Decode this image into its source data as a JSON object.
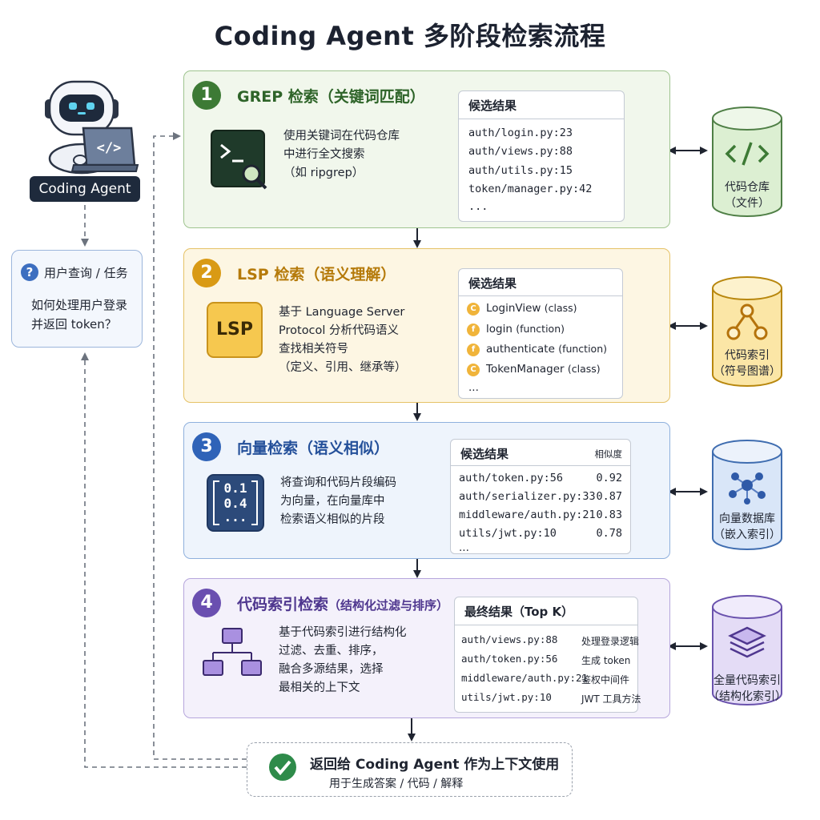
{
  "title": "Coding Agent 多阶段检索流程",
  "agent": {
    "label": "Coding Agent",
    "icon": "robot-laptop-icon"
  },
  "query": {
    "title": "用户查询 / 任务",
    "lines": [
      "如何处理用户登录",
      "并返回 token？"
    ],
    "icon": "question-icon"
  },
  "stages": [
    {
      "num": "1",
      "title": "GREP 检索（关键词匹配）",
      "subtitle": "",
      "desc": [
        "使用关键词在代码仓库",
        "中进行全文搜索",
        "（如 ripgrep）"
      ],
      "icon": "terminal-search-icon",
      "accent": "#3d7a35",
      "results_title": "候选结果",
      "results": [
        "auth/login.py:23",
        "auth/views.py:88",
        "auth/utils.py:15",
        "token/manager.py:42",
        "..."
      ],
      "db": {
        "lines": [
          "代码仓库",
          "（文件）"
        ],
        "icon": "code-icon"
      }
    },
    {
      "num": "2",
      "title": "LSP 检索（语义理解）",
      "subtitle": "",
      "icon_text": "LSP",
      "desc": [
        "基于 Language Server",
        "Protocol 分析代码语义",
        "查找相关符号",
        "（定义、引用、继承等）"
      ],
      "accent": "#d99a15",
      "results_title": "候选结果",
      "results": [
        {
          "badge": "C",
          "name": "LoginView",
          "kind": "(class)"
        },
        {
          "badge": "f",
          "name": "login",
          "kind": "(function)"
        },
        {
          "badge": "f",
          "name": "authenticate",
          "kind": "(function)"
        },
        {
          "badge": "C",
          "name": "TokenManager",
          "kind": "(class)"
        }
      ],
      "results_more": "...",
      "db": {
        "lines": [
          "代码索引",
          "（符号图谱）"
        ],
        "icon": "graph-icon"
      }
    },
    {
      "num": "3",
      "title": "向量检索（语义相似）",
      "subtitle": "",
      "icon_lines": [
        "0.1",
        "0.4",
        "..."
      ],
      "desc": [
        "将查询和代码片段编码",
        "为向量，在向量库中",
        "检索语义相似的片段"
      ],
      "accent": "#2f63b8",
      "results_title": "候选结果",
      "score_header": "相似度",
      "results": [
        {
          "path": "auth/token.py:56",
          "score": "0.92"
        },
        {
          "path": "auth/serializer.py:33",
          "score": "0.87"
        },
        {
          "path": "middleware/auth.py:21",
          "score": "0.83"
        },
        {
          "path": "utils/jwt.py:10",
          "score": "0.78"
        }
      ],
      "results_more": "...",
      "db": {
        "lines": [
          "向量数据库",
          "（嵌入索引）"
        ],
        "icon": "vector-nodes-icon"
      }
    },
    {
      "num": "4",
      "title": "代码索引检索",
      "subtitle": "（结构化过滤与排序）",
      "desc": [
        "基于代码索引进行结构化",
        "过滤、去重、排序，",
        "融合多源结果，选择",
        "最相关的上下文"
      ],
      "icon": "hierarchy-icon",
      "accent": "#6a4fb0",
      "results_title": "最终结果（Top K）",
      "results": [
        {
          "path": "auth/views.py:88",
          "note": "处理登录逻辑"
        },
        {
          "path": "auth/token.py:56",
          "note": "生成 token"
        },
        {
          "path": "middleware/auth.py:21",
          "note": "鉴权中间件"
        },
        {
          "path": "utils/jwt.py:10",
          "note": "JWT 工具方法"
        }
      ],
      "db": {
        "lines": [
          "全量代码索引",
          "（结构化索引）"
        ],
        "icon": "layers-icon"
      }
    }
  ],
  "result": {
    "main": "返回给 Coding Agent 作为上下文使用",
    "sub": "用于生成答案 / 代码 / 解释",
    "icon": "check-circle-icon"
  }
}
